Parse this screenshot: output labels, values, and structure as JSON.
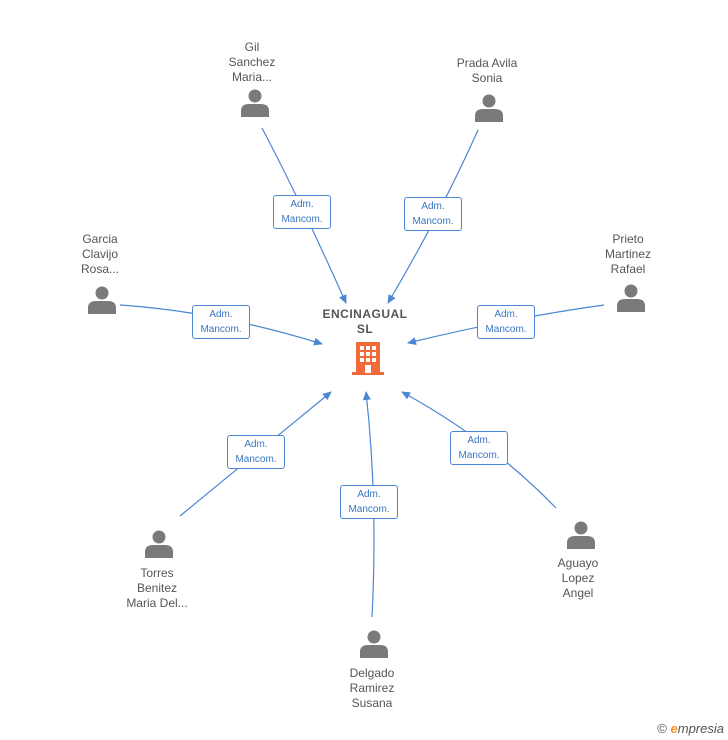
{
  "company": {
    "name_lines": [
      "ENCINAGUAL",
      "SL"
    ],
    "icon": "building-icon",
    "icon_color": "#f26a3a"
  },
  "relation_color": "#4a86d4",
  "person_icon_color": "#7a7a7a",
  "nodes": [
    {
      "id": "gil",
      "lines": [
        "Gil",
        "Sanchez",
        "Maria..."
      ],
      "relation": [
        "Adm.",
        "Mancom."
      ]
    },
    {
      "id": "prada",
      "lines": [
        "Prada Avila",
        "Sonia"
      ],
      "relation": [
        "Adm.",
        "Mancom."
      ]
    },
    {
      "id": "garcia",
      "lines": [
        "Garcia",
        "Clavijo",
        "Rosa..."
      ],
      "relation": [
        "Adm.",
        "Mancom."
      ]
    },
    {
      "id": "prieto",
      "lines": [
        "Prieto",
        "Martinez",
        "Rafael"
      ],
      "relation": [
        "Adm.",
        "Mancom."
      ]
    },
    {
      "id": "torres",
      "lines": [
        "Torres",
        "Benitez",
        "Maria Del..."
      ],
      "relation": [
        "Adm.",
        "Mancom."
      ]
    },
    {
      "id": "delgado",
      "lines": [
        "Delgado",
        "Ramirez",
        "Susana"
      ],
      "relation": [
        "Adm.",
        "Mancom."
      ]
    },
    {
      "id": "aguayo",
      "lines": [
        "Aguayo",
        "Lopez",
        "Angel"
      ],
      "relation": [
        "Adm.",
        "Mancom."
      ]
    }
  ],
  "footer": {
    "copyright_symbol": "©",
    "brand_initial": "e",
    "brand_rest": "mpresia"
  }
}
